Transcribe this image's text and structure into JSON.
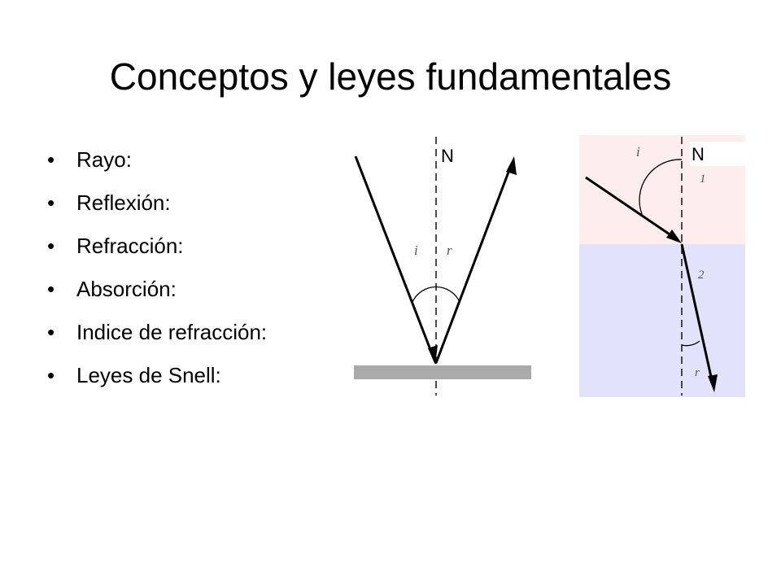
{
  "title": "Conceptos y leyes fundamentales",
  "bullets": [
    {
      "label": "Rayo:"
    },
    {
      "label": "Reflexión:"
    },
    {
      "label": "Refracción:"
    },
    {
      "label": "Absorción:"
    },
    {
      "label": "Indice de refracción:"
    },
    {
      "label": "Leyes de Snell:"
    }
  ],
  "reflection_figure": {
    "normal_label": "N",
    "incident_angle_label": "i",
    "reflected_angle_label": "r"
  },
  "refraction_figure": {
    "normal_label": "N",
    "incident_angle_label": "i",
    "medium_1_label": "1",
    "medium_2_label": "2",
    "refracted_angle_label": "r",
    "medium_1_color": "#fdeeed",
    "medium_2_color": "#e2e3fb"
  }
}
